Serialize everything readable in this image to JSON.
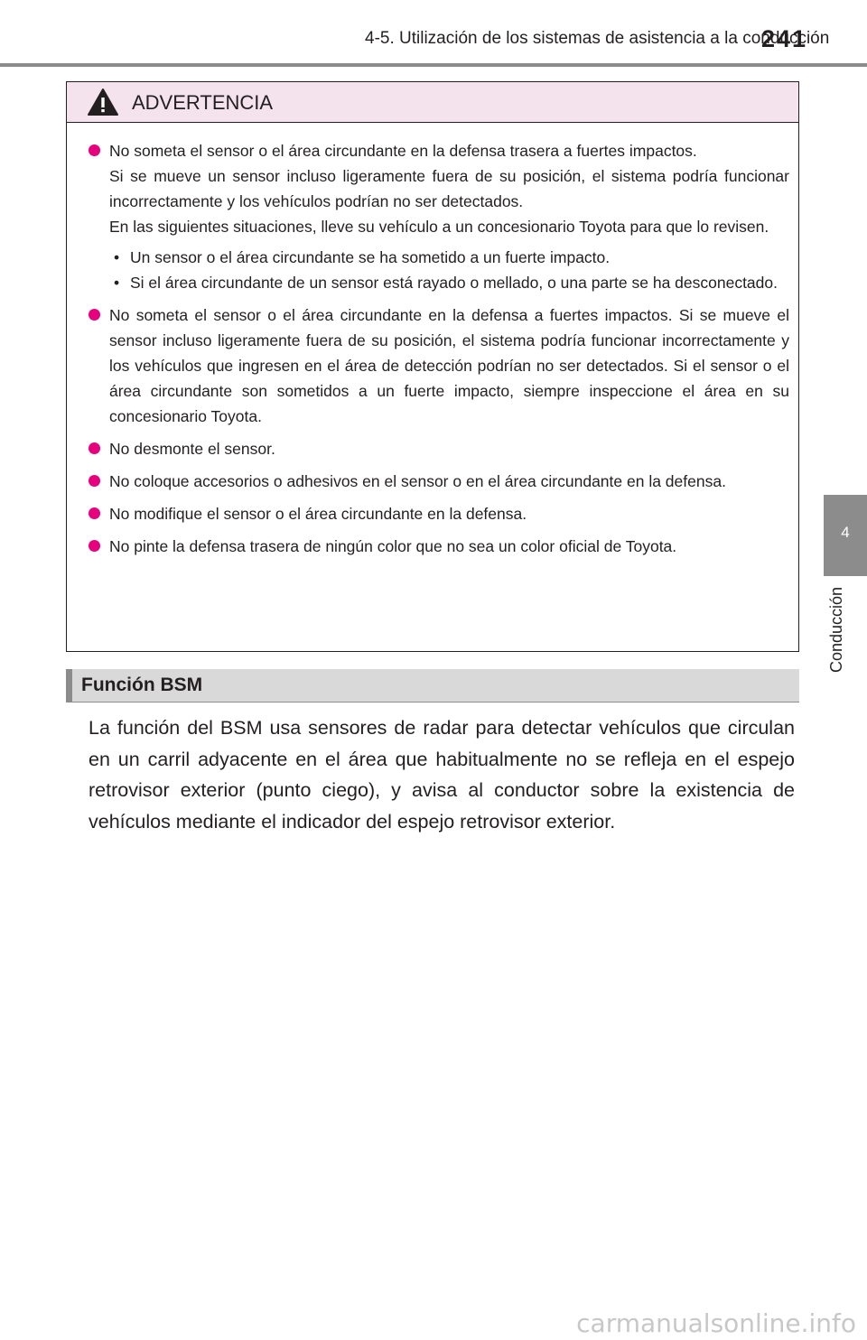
{
  "header": {
    "title": "4-5. Utilización de los sistemas de asistencia a la conducción",
    "page_number": "241"
  },
  "side_tab": {
    "number": "4",
    "label": "Conducción"
  },
  "warning": {
    "icon": "warning-triangle-icon",
    "title": "ADVERTENCIA",
    "items": [
      {
        "paragraphs": [
          "No someta el sensor o el área circundante en la defensa trasera a fuertes impac­tos.",
          "Si se mueve un sensor incluso ligeramente fuera de su posición, el sistema podría funcionar incorrectamente y los vehículos podrían no ser detectados.",
          "En las siguientes situaciones, lleve su vehículo a un concesionario Toyota para que lo revisen."
        ],
        "sub_items": [
          "Un sensor o el área circundante se ha sometido a un fuerte impacto.",
          "Si el área circundante de un sensor está rayado o mellado, o una parte se ha desconectado."
        ]
      },
      {
        "text": "No someta el sensor o el área circundante en la defensa a fuertes impactos. Si se mueve el sensor incluso ligeramente fuera de su posición, el sistema podría fun­cionar incorrectamente y los vehículos que ingresen en el área de detección podrían no ser detectados. Si el sensor o el área circundante son sometidos a un fuerte impacto, siempre inspeccione el área en su concesionario Toyota."
      },
      {
        "text": "No desmonte el sensor."
      },
      {
        "text": "No coloque accesorios o adhesivos en el sensor o en el área circundante en la defensa."
      },
      {
        "text": "No modifique el sensor o el área circundante en la defensa."
      },
      {
        "text": "No pinte la defensa trasera de ningún color que no sea un color oficial de Toyota."
      }
    ]
  },
  "section": {
    "title": "Función BSM",
    "body": "La función del BSM usa sensores de radar para detectar vehículos que circu­lan en un carril adyacente en el área que habitualmente no se refleja en el espejo retrovisor exterior (punto ciego), y avisa al conductor sobre la existen­cia de vehículos mediante el indicador del espejo retrovisor exterior."
  },
  "watermark": "carmanualsonline.info",
  "colors": {
    "bullet": "#e6007e",
    "warning_header_bg": "#f4e3ec",
    "tab_gray": "#8c8c8c"
  }
}
